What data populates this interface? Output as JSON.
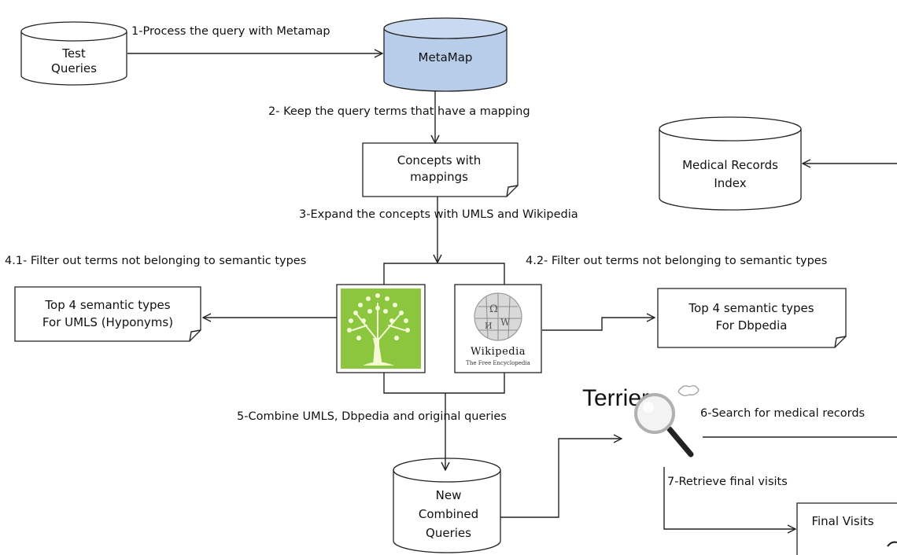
{
  "nodes": {
    "test_queries": [
      "Test",
      "Queries"
    ],
    "metamap": [
      "MetaMap"
    ],
    "concepts": [
      "Concepts with",
      "mappings"
    ],
    "medical_index": [
      "Medical Records",
      "Index"
    ],
    "top4_umls": [
      "Top 4 semantic types",
      "For UMLS (Hyponyms)"
    ],
    "top4_dbpedia": [
      "Top 4 semantic types",
      "For Dbpedia"
    ],
    "new_combined": [
      "New",
      "Combined",
      "Queries"
    ],
    "final_visits": [
      "Final Visits"
    ]
  },
  "edges": {
    "e1": "1-Process the query with Metamap",
    "e2": "2- Keep the query terms  that have a mapping",
    "e3": "3-Expand the concepts  with UMLS and Wikipedia",
    "e41": "4.1- Filter out terms not belonging to semantic types",
    "e42": "4.2- Filter out terms not belonging to semantic types",
    "e5": "5-Combine UMLS, Dbpedia and original queries",
    "e6": "6-Search for medical records",
    "e7": "7-Retrieve final visits"
  },
  "logos": {
    "terrier": "Terrier",
    "wikipedia_title": "Wikipedia",
    "wikipedia_subtitle": "The Free Encyclopedia"
  },
  "colors": {
    "metamap_fill": "#b8cde9",
    "umls_logo_bg": "#8cc63f",
    "wikipedia_globe": "#d9d9d9"
  }
}
